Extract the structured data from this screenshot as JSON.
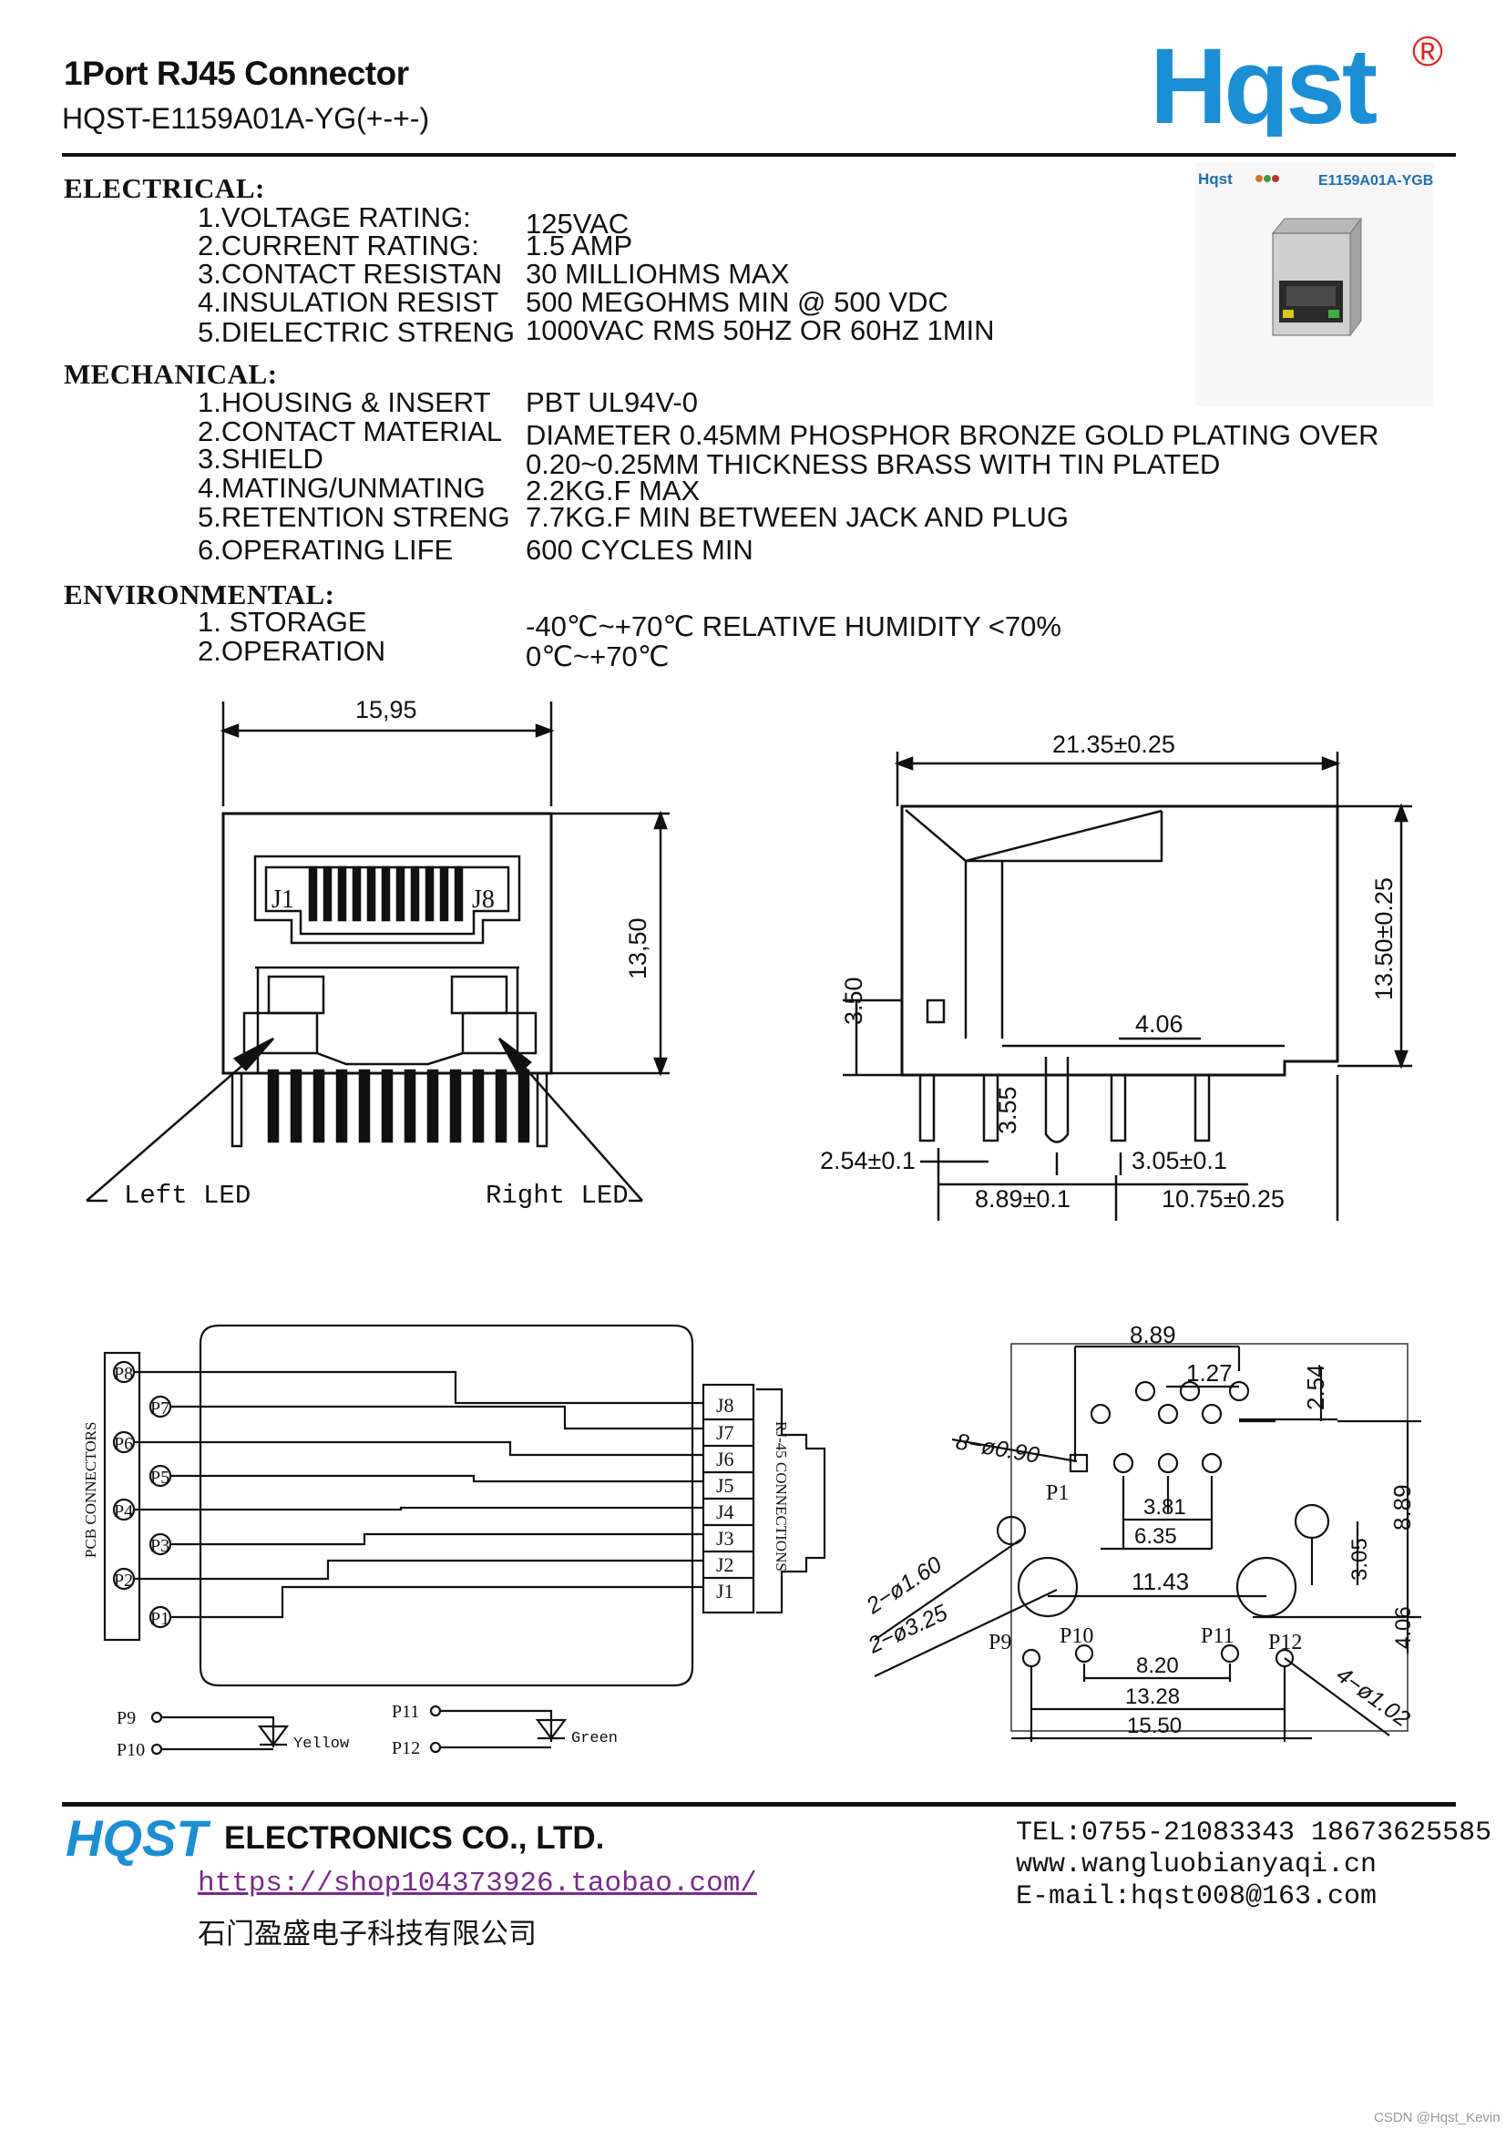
{
  "header": {
    "title": "1Port RJ45 Connector",
    "part_number": "HQST-E1159A01A-YG(+-+-)",
    "logo_text": "Hqst",
    "logo_registered": "®"
  },
  "photo": {
    "brand": "Hqst",
    "caption": "E1159A01A-YGB"
  },
  "electrical": {
    "heading": "ELECTRICAL:",
    "rows": [
      {
        "label": "1.VOLTAGE RATING:",
        "value": "125VAC"
      },
      {
        "label": "2.CURRENT RATING:",
        "value": "1.5 AMP"
      },
      {
        "label": "3.CONTACT RESISTAN",
        "value": "30 MILLIOHMS MAX"
      },
      {
        "label": "4.INSULATION RESIST",
        "value": "500 MEGOHMS MIN @ 500 VDC"
      },
      {
        "label": "5.DIELECTRIC STRENG",
        "value": "1000VAC RMS 50HZ OR 60HZ 1MIN"
      }
    ]
  },
  "mechanical": {
    "heading": "MECHANICAL:",
    "rows": [
      {
        "label": "1.HOUSING & INSERT",
        "value": "PBT UL94V-0"
      },
      {
        "label": "2.CONTACT MATERIAL",
        "value": "DIAMETER 0.45MM PHOSPHOR BRONZE GOLD PLATING OVER"
      },
      {
        "label": "3.SHIELD",
        "value": "0.20~0.25MM THICKNESS BRASS WITH TIN PLATED"
      },
      {
        "label": "4.MATING/UNMATING",
        "value": "2.2KG.F MAX"
      },
      {
        "label": "5.RETENTION STRENG",
        "value": "7.7KG.F MIN BETWEEN JACK AND PLUG"
      },
      {
        "label": "6.OPERATING LIFE",
        "value": "600 CYCLES MIN"
      }
    ]
  },
  "environmental": {
    "heading": "ENVIRONMENTAL:",
    "rows": [
      {
        "label": "1. STORAGE",
        "value": "-40℃~+70℃ RELATIVE HUMIDITY <70%"
      },
      {
        "label": "2.OPERATION",
        "value": "0℃~+70℃"
      }
    ]
  },
  "front_view": {
    "width_dim": "15,95",
    "height_dim": "13,50",
    "pin_first": "J1",
    "pin_last": "J8",
    "left_led": "Left LED",
    "right_led": "Right LED"
  },
  "side_view": {
    "width_dim": "21.35±0.25",
    "height_dim": "13.50±0.25",
    "offset_dim": "3.50",
    "pin_len": "3.55",
    "spacing_a": "4.06",
    "dim_254": "2.54±0.1",
    "dim_305": "3.05±0.1",
    "dim_889": "8.89±0.1",
    "dim_1075": "10.75±0.25"
  },
  "schematic": {
    "left_label": "PCB CONNECTORS",
    "right_label": "RJ-45 CONNECTIONS",
    "p_pins": [
      "P8",
      "P7",
      "P6",
      "P5",
      "P4",
      "P3",
      "P2",
      "P1"
    ],
    "j_pins": [
      "J8",
      "J7",
      "J6",
      "J5",
      "J4",
      "J3",
      "J2",
      "J1"
    ],
    "led1_top": "P9",
    "led1_bottom": "P10",
    "led1_color": "Yellow",
    "led2_top": "P11",
    "led2_bottom": "P12",
    "led2_color": "Green"
  },
  "footprint": {
    "d_889_top": "8.89",
    "d_127": "1.27",
    "d_254": "2.54",
    "d_holes": "8−ø0.90",
    "p1": "P1",
    "d_381": "3.81",
    "d_635": "6.35",
    "d_889_right": "8.89",
    "d_160": "2−ø1.60",
    "d_325": "2−ø3.25",
    "d_1143": "11.43",
    "d_305": "3.05",
    "d_406": "4.06",
    "p9": "P9",
    "p10": "P10",
    "p11": "P11",
    "p12": "P12",
    "d_820": "8.20",
    "d_1328": "13.28",
    "d_1550": "15.50",
    "d_102": "4−ø1.02"
  },
  "footer": {
    "brand": "HQST",
    "company": "ELECTRONICS CO., LTD.",
    "link": "https://shop104373926.taobao.com/",
    "chinese_name": "石门盈盛电子科技有限公司",
    "tel": "TEL:0755-21083343 18673625585",
    "web": "www.wangluobianyaqi.cn",
    "email": "E-mail:hqst008@163.com",
    "watermark": "CSDN @Hqst_Kevin"
  }
}
